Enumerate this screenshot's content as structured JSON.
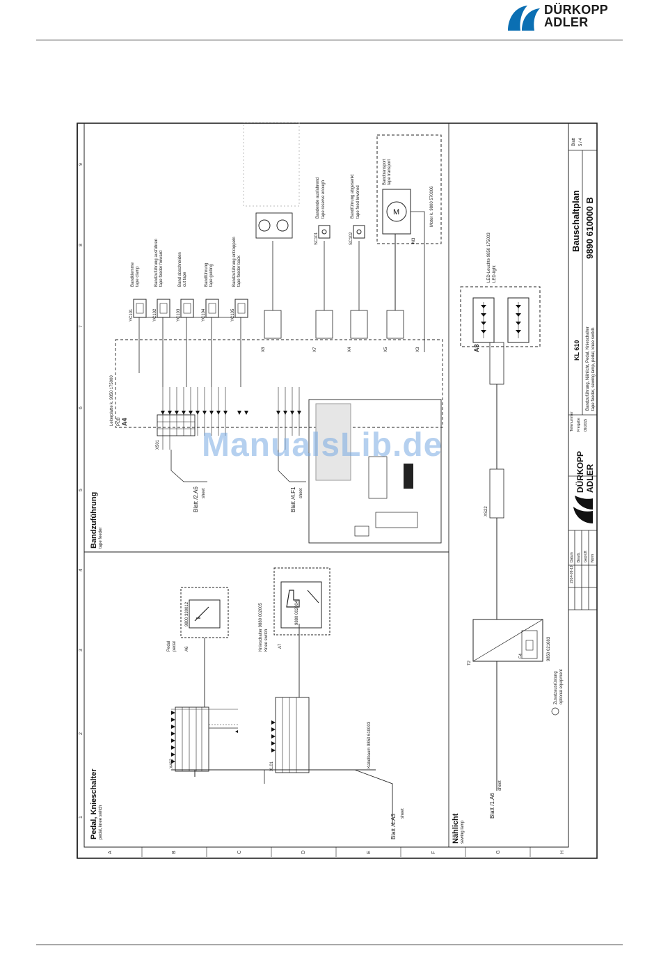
{
  "brand": {
    "name_line1": "DÜRKOPP",
    "name_line2": "ADLER",
    "color": "#0b6fb3"
  },
  "watermark": "ManualsLib.de",
  "drawing": {
    "title": "Bauschaltplan",
    "number": "9890  610000  B",
    "sheet_label": "Blatt",
    "sheet_value": "5 / 4",
    "model": "KL 610",
    "subtitle_de": "Bandzuführung, Nählicht, Pedal, Knieschalter",
    "subtitle_en": "tape feeder, sewing lamp, pedal, knee switch",
    "sections": {
      "pedal": {
        "de": "Pedal, Knieschalter",
        "en": "pedal, knee switch"
      },
      "tape": {
        "de": "Bandzuführung",
        "en": "tape feeder"
      },
      "lamp": {
        "de": "Nählicht",
        "en": "sewing lamp"
      }
    },
    "row_markers": [
      "A",
      "B",
      "C",
      "D",
      "E",
      "F",
      "G",
      "H"
    ],
    "col_markers": [
      "1",
      "2",
      "3",
      "4",
      "5",
      "6",
      "7",
      "8",
      "9"
    ],
    "components": {
      "pcb_label": "A4",
      "pcb_name": "Leiterplatte k. 9850 175000",
      "pcb": "PCB",
      "pedal": {
        "ref": "A6",
        "de": "Pedal",
        "en": "pedal",
        "part": "9800 330012"
      },
      "knee": {
        "ref": "A7",
        "de": "Knieschalter 9880 002005",
        "en": "Knee switch",
        "part": "9880 002004"
      },
      "lamp": {
        "ref": "A8",
        "name": "LED-Leuchte 9850 175003",
        "en": "LED-light"
      },
      "motor": {
        "ref": "M3",
        "de": "Bandtransport",
        "en": "tape transport",
        "part": "Motor k. 9800 570006"
      },
      "transformer": {
        "ref": "T2"
      },
      "fuse": {
        "ref": "F4"
      },
      "part_9850": "9850 021683",
      "connector_xs22": "XS22",
      "connectors_top": [
        "X501",
        "X7",
        "X4",
        "X5",
        "X3",
        "X8"
      ],
      "connectors_left": [
        "X402",
        "XL01"
      ],
      "cable_tree": "Kabelbaum 9850 610003"
    },
    "valves": [
      {
        "ref": "YC101",
        "de": "Bandklemme",
        "en": "tape clamp"
      },
      {
        "ref": "YC102",
        "de": "Bandzuführung ausführen",
        "en": "tape feeder forward"
      },
      {
        "ref": "YC103",
        "de": "Band abschneiden",
        "en": "cut tape"
      },
      {
        "ref": "YC104",
        "de": "Bandführung",
        "en": "tape guiding"
      },
      {
        "ref": "YC105",
        "de": "Bandzuführung entkoppeln",
        "en": "tape feeder back"
      }
    ],
    "sensors": [
      {
        "ref": "SC101",
        "de": "Bandende ausfahrend",
        "en": "tape reserve enough"
      },
      {
        "ref": "SC102",
        "de": "Bandführung abgesenkt",
        "en": "tape feed lowered"
      }
    ],
    "sheet_refs": [
      {
        "text": "Blatt /2.A6",
        "en": "sheet"
      },
      {
        "text": "Blatt /4.F1",
        "en": "sheet"
      },
      {
        "text": "Blatt /4.A3",
        "en": "sheet"
      },
      {
        "text": "Blatt /1.A6",
        "en": "sheet"
      }
    ],
    "optional_note": {
      "de": "Zusatzausrüstung",
      "en": "optional equipment"
    },
    "title_block": {
      "datum_label": "Datum",
      "datum": "2014-09-19",
      "bearb_label": "Bearb.",
      "geprueft_label": "Geprüft",
      "norm_label": "Norm",
      "teilenummer_label": "Teilenummer",
      "freigabe_label": "Freigabe",
      "freigabe": "09/2015"
    }
  }
}
